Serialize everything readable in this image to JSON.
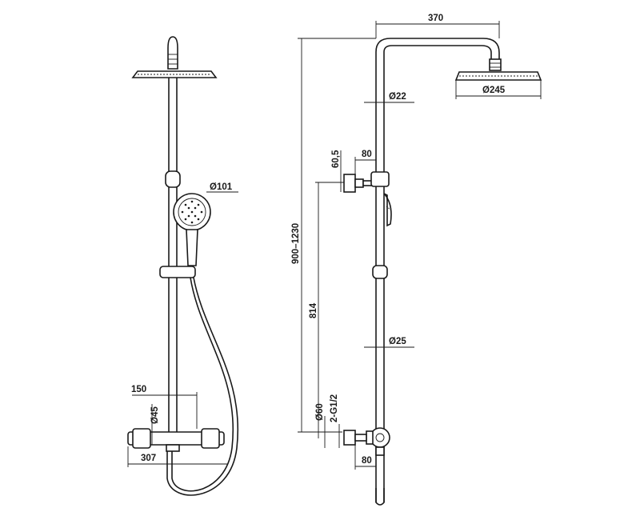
{
  "dimensions": {
    "front": {
      "handshower_diameter": "Ø101",
      "spout_offset": "150",
      "body_diameter": "Ø45",
      "body_width": "307"
    },
    "side": {
      "arm_length": "370",
      "headshower_diameter": "Ø245",
      "pipe_upper_diameter": "Ø22",
      "bracket_depth": "80",
      "bracket_height": "60,5",
      "total_height": "900–1230",
      "pipe_lower_diameter": "Ø25",
      "riser_height": "814",
      "connector_diameter": "Ø60",
      "thread": "2-G1/2",
      "wall_offset": "80"
    }
  }
}
